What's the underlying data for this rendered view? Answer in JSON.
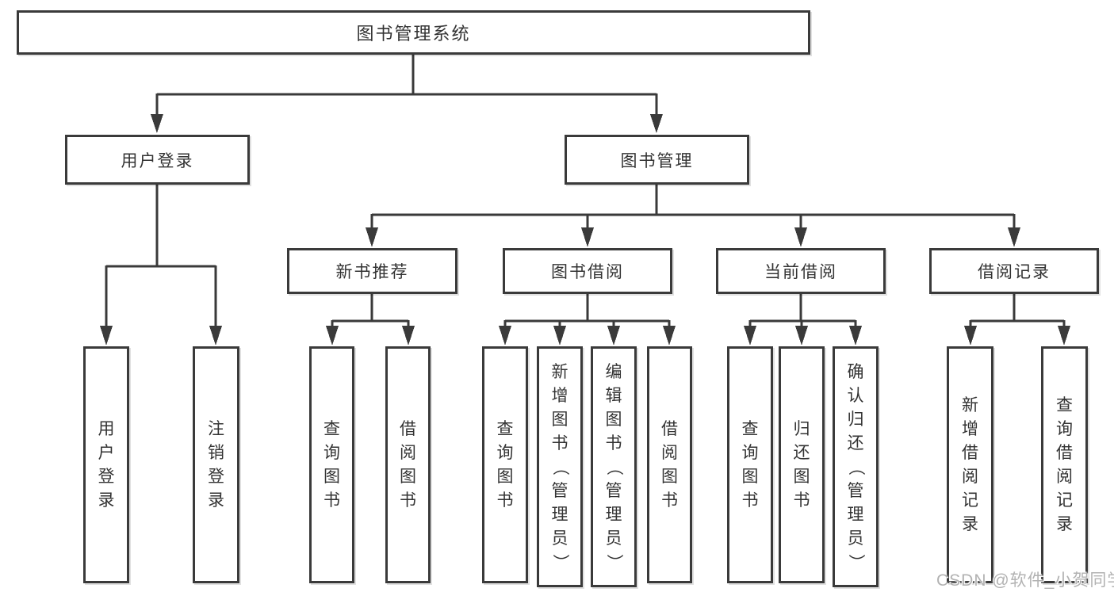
{
  "diagram": {
    "root": {
      "label": "图书管理系统"
    },
    "branches": [
      {
        "label": "用户登录",
        "children": [
          {
            "label": "用户登录"
          },
          {
            "label": "注销登录"
          }
        ]
      },
      {
        "label": "图书管理",
        "children": [
          {
            "label": "新书推荐",
            "children": [
              {
                "label": "查询图书"
              },
              {
                "label": "借阅图书"
              }
            ]
          },
          {
            "label": "图书借阅",
            "children": [
              {
                "label": "查询图书"
              },
              {
                "label": "新增图书（管理员）"
              },
              {
                "label": "编辑图书（管理员）"
              },
              {
                "label": "借阅图书"
              }
            ]
          },
          {
            "label": "当前借阅",
            "children": [
              {
                "label": "查询图书"
              },
              {
                "label": "归还图书"
              },
              {
                "label": "确认归还（管理员）"
              }
            ]
          },
          {
            "label": "借阅记录",
            "children": [
              {
                "label": "新增借阅记录"
              },
              {
                "label": "查询借阅记录"
              }
            ]
          }
        ]
      }
    ]
  },
  "watermark": {
    "text": "CSDN @软件_小贺同学"
  },
  "colors": {
    "line": "#3a3a3a",
    "box_border": "#3a3a3a",
    "box_fill": "#ffffff",
    "text": "#333333",
    "background": "#ffffff",
    "watermark": "#b2b2b2"
  }
}
